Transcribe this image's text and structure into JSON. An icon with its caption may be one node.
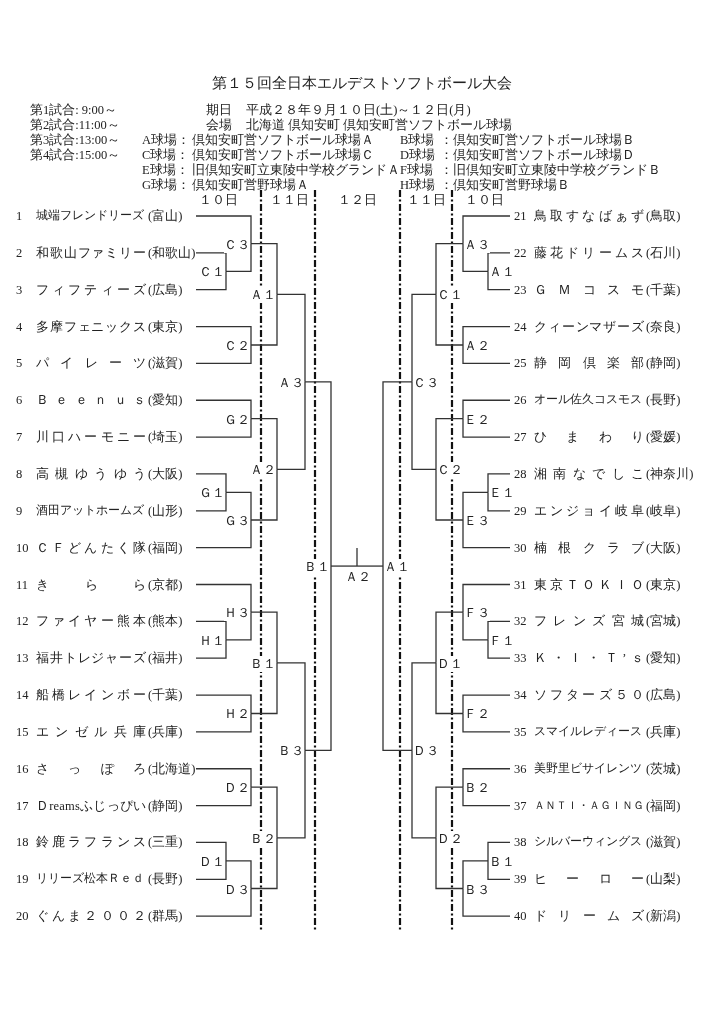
{
  "diagram": {
    "title": "第１５回全日本エルデストソフトボール大会",
    "nodes": [
      {
        "text": [
          "1",
          "城端フレンドリーズ",
          "(富山)"
        ]
      },
      {
        "text": [
          "2",
          "和歌山ファミリー",
          "(和歌山)"
        ]
      },
      {
        "text": [
          "3",
          "フィフティーズ",
          "(広島)"
        ]
      },
      {
        "text": [
          "4",
          "多摩フェニックス",
          "(東京)"
        ]
      },
      {
        "text": [
          "5",
          "パイレーツ",
          "(滋賀)"
        ]
      },
      {
        "text": [
          "6",
          "Ｂｅｅｎｕｓ",
          "(愛知)"
        ]
      },
      {
        "text": [
          "7",
          "川口ハーモニー",
          "(埼玉)"
        ]
      },
      {
        "text": [
          "8",
          "高槻ゆうゆう",
          "(大阪)"
        ]
      },
      {
        "text": [
          "9",
          "酒田アットホームズ",
          "(山形)"
        ]
      },
      {
        "text": [
          "10",
          "ＣＦどんたく隊",
          "(福岡)"
        ]
      },
      {
        "text": [
          "11",
          "きらら",
          "(京都)"
        ]
      },
      {
        "text": [
          "12",
          "ファイヤー熊本",
          "(熊本)"
        ]
      },
      {
        "text": [
          "13",
          "福井トレジャーズ",
          "(福井)"
        ]
      },
      {
        "text": [
          "14",
          "船橋レインボー",
          "(千葉)"
        ]
      },
      {
        "text": [
          "15",
          "エンゼル兵庫",
          "(兵庫)"
        ]
      },
      {
        "text": [
          "16",
          "さっぽろ",
          "(北海道)"
        ]
      },
      {
        "text": [
          "17",
          "Ｄreamsふじっぴい",
          "(静岡)"
        ]
      },
      {
        "text": [
          "18",
          "鈴鹿ラフランス",
          "(三重)"
        ]
      },
      {
        "text": [
          "19",
          "リリーズ松本Ｒｅｄ",
          "(長野)"
        ]
      },
      {
        "text": [
          "20",
          "ぐんま２００２",
          "(群馬)"
        ]
      },
      {
        "text": [
          "21",
          "鳥取すなばぁず",
          "(鳥取)"
        ]
      },
      {
        "text": [
          "22",
          "藤花ドリームス",
          "(石川)"
        ]
      },
      {
        "text": [
          "23",
          "ＧＭコスモ",
          "(千葉)"
        ]
      },
      {
        "text": [
          "24",
          "クィーンマザーズ",
          "(奈良)"
        ]
      },
      {
        "text": [
          "25",
          "静岡倶楽部",
          "(静岡)"
        ]
      },
      {
        "text": [
          "26",
          "オール佐久コスモス",
          "(長野)"
        ]
      },
      {
        "text": [
          "27",
          "ひまわり",
          "(愛媛)"
        ]
      },
      {
        "text": [
          "28",
          "湘南なでしこ",
          "(神奈川)"
        ]
      },
      {
        "text": [
          "29",
          "エンジョイ岐阜",
          "(岐阜)"
        ]
      },
      {
        "text": [
          "30",
          "楠根クラブ",
          "(大阪)"
        ]
      },
      {
        "text": [
          "31",
          "東京ＴＯＫＩＯ",
          "(東京)"
        ]
      },
      {
        "text": [
          "32",
          "フレンズ宮城",
          "(宮城)"
        ]
      },
      {
        "text": [
          "33",
          "Ｋ・Ｉ・Ｔ’ｓ",
          "(愛知)"
        ]
      },
      {
        "text": [
          "34",
          "ソフターズ５０",
          "(広島)"
        ]
      },
      {
        "text": [
          "35",
          "スマイルレディース",
          "(兵庫)"
        ]
      },
      {
        "text": [
          "36",
          "美野里ビサイレンツ",
          "(茨城)"
        ]
      },
      {
        "text": [
          "37",
          "ＡＮＴＩ・ＡＧＩＮＧ",
          "(福岡)"
        ]
      },
      {
        "text": [
          "38",
          "シルバーウィングス",
          "(滋賀)"
        ]
      },
      {
        "text": [
          "39",
          "ヒーロー",
          "(山梨)"
        ]
      },
      {
        "text": [
          "40",
          "ドリームズ",
          "(新潟)"
        ]
      },
      {
        "text": [
          "Ｃ３"
        ]
      },
      {
        "text": [
          "Ｃ１"
        ]
      },
      {
        "text": [
          "Ａ１"
        ]
      },
      {
        "text": [
          "Ｃ２"
        ]
      },
      {
        "text": [
          "Ａ３"
        ]
      },
      {
        "text": [
          "Ｇ２"
        ]
      },
      {
        "text": [
          "Ａ２"
        ]
      },
      {
        "text": [
          "Ｇ１"
        ]
      },
      {
        "text": [
          "Ｇ３"
        ]
      },
      {
        "text": [
          "Ｂ１"
        ]
      },
      {
        "text": [
          "Ｈ３"
        ]
      },
      {
        "text": [
          "Ｈ１"
        ]
      },
      {
        "text": [
          "Ｂ１"
        ]
      },
      {
        "text": [
          "Ｈ２"
        ]
      },
      {
        "text": [
          "Ｂ３"
        ]
      },
      {
        "text": [
          "Ｄ２"
        ]
      },
      {
        "text": [
          "Ｂ２"
        ]
      },
      {
        "text": [
          "Ｄ１"
        ]
      },
      {
        "text": [
          "Ｄ３"
        ]
      },
      {
        "text": [
          "Ａ２"
        ]
      },
      {
        "text": [
          "Ａ３"
        ]
      },
      {
        "text": [
          "Ａ１"
        ]
      },
      {
        "text": [
          "Ｃ１"
        ]
      },
      {
        "text": [
          "Ａ２"
        ]
      },
      {
        "text": [
          "Ｃ３"
        ]
      },
      {
        "text": [
          "Ｅ２"
        ]
      },
      {
        "text": [
          "Ｃ２"
        ]
      },
      {
        "text": [
          "Ｅ１"
        ]
      },
      {
        "text": [
          "Ｅ３"
        ]
      },
      {
        "text": [
          "Ａ１"
        ]
      },
      {
        "text": [
          "Ｆ３"
        ]
      },
      {
        "text": [
          "Ｆ１"
        ]
      },
      {
        "text": [
          "Ｄ１"
        ]
      },
      {
        "text": [
          "Ｆ２"
        ]
      },
      {
        "text": [
          "Ｄ３"
        ]
      },
      {
        "text": [
          "Ｂ２"
        ]
      },
      {
        "text": [
          "Ｄ２"
        ]
      },
      {
        "text": [
          "Ｂ１"
        ]
      },
      {
        "text": [
          "Ｂ３"
        ]
      }
    ],
    "edges": [
      {
        "from": 0,
        "to": 40,
        "arrow": "none"
      },
      {
        "from": 41,
        "to": 40,
        "arrow": "none"
      },
      {
        "from": 1,
        "to": 41,
        "arrow": "none"
      },
      {
        "from": 2,
        "to": 41,
        "arrow": "none"
      },
      {
        "from": 40,
        "to": 42,
        "arrow": "none"
      },
      {
        "from": 43,
        "to": 42,
        "arrow": "none"
      },
      {
        "from": 3,
        "to": 43,
        "arrow": "none"
      },
      {
        "from": 4,
        "to": 43,
        "arrow": "none"
      },
      {
        "from": 42,
        "to": 44,
        "arrow": "none"
      },
      {
        "from": 46,
        "to": 44,
        "arrow": "none"
      },
      {
        "from": 5,
        "to": 45,
        "arrow": "none"
      },
      {
        "from": 6,
        "to": 45,
        "arrow": "none"
      },
      {
        "from": 45,
        "to": 46,
        "arrow": "none"
      },
      {
        "from": 48,
        "to": 46,
        "arrow": "none"
      },
      {
        "from": 7,
        "to": 47,
        "arrow": "none"
      },
      {
        "from": 8,
        "to": 47,
        "arrow": "none"
      },
      {
        "from": 47,
        "to": 48,
        "arrow": "none"
      },
      {
        "from": 9,
        "to": 48,
        "arrow": "none"
      },
      {
        "from": 44,
        "to": 49,
        "arrow": "none"
      },
      {
        "from": 54,
        "to": 49,
        "arrow": "none"
      },
      {
        "from": 10,
        "to": 50,
        "arrow": "none"
      },
      {
        "from": 51,
        "to": 50,
        "arrow": "none"
      },
      {
        "from": 11,
        "to": 51,
        "arrow": "none"
      },
      {
        "from": 12,
        "to": 51,
        "arrow": "none"
      },
      {
        "from": 50,
        "to": 52,
        "arrow": "none"
      },
      {
        "from": 53,
        "to": 52,
        "arrow": "none"
      },
      {
        "from": 13,
        "to": 53,
        "arrow": "none"
      },
      {
        "from": 14,
        "to": 53,
        "arrow": "none"
      },
      {
        "from": 52,
        "to": 54,
        "arrow": "none"
      },
      {
        "from": 56,
        "to": 54,
        "arrow": "none"
      },
      {
        "from": 15,
        "to": 55,
        "arrow": "none"
      },
      {
        "from": 16,
        "to": 55,
        "arrow": "none"
      },
      {
        "from": 55,
        "to": 56,
        "arrow": "none"
      },
      {
        "from": 58,
        "to": 56,
        "arrow": "none"
      },
      {
        "from": 17,
        "to": 57,
        "arrow": "none"
      },
      {
        "from": 18,
        "to": 57,
        "arrow": "none"
      },
      {
        "from": 57,
        "to": 58,
        "arrow": "none"
      },
      {
        "from": 19,
        "to": 58,
        "arrow": "none"
      },
      {
        "from": 49,
        "to": 59,
        "arrow": "none"
      },
      {
        "from": 69,
        "to": 59,
        "arrow": "none"
      },
      {
        "from": 59,
        "to": null,
        "arrow": "none"
      },
      {
        "from": 20,
        "to": 60,
        "arrow": "none"
      },
      {
        "from": 61,
        "to": 60,
        "arrow": "none"
      },
      {
        "from": 21,
        "to": 61,
        "arrow": "none"
      },
      {
        "from": 22,
        "to": 61,
        "arrow": "none"
      },
      {
        "from": 60,
        "to": 62,
        "arrow": "none"
      },
      {
        "from": 63,
        "to": 62,
        "arrow": "none"
      },
      {
        "from": 23,
        "to": 63,
        "arrow": "none"
      },
      {
        "from": 24,
        "to": 63,
        "arrow": "none"
      },
      {
        "from": 62,
        "to": 64,
        "arrow": "none"
      },
      {
        "from": 66,
        "to": 64,
        "arrow": "none"
      },
      {
        "from": 25,
        "to": 65,
        "arrow": "none"
      },
      {
        "from": 26,
        "to": 65,
        "arrow": "none"
      },
      {
        "from": 65,
        "to": 66,
        "arrow": "none"
      },
      {
        "from": 68,
        "to": 66,
        "arrow": "none"
      },
      {
        "from": 27,
        "to": 67,
        "arrow": "none"
      },
      {
        "from": 28,
        "to": 67,
        "arrow": "none"
      },
      {
        "from": 67,
        "to": 68,
        "arrow": "none"
      },
      {
        "from": 29,
        "to": 68,
        "arrow": "none"
      },
      {
        "from": 64,
        "to": 69,
        "arrow": "none"
      },
      {
        "from": 74,
        "to": 69,
        "arrow": "none"
      },
      {
        "from": 30,
        "to": 70,
        "arrow": "none"
      },
      {
        "from": 71,
        "to": 70,
        "arrow": "none"
      },
      {
        "from": 31,
        "to": 71,
        "arrow": "none"
      },
      {
        "from": 32,
        "to": 71,
        "arrow": "none"
      },
      {
        "from": 70,
        "to": 72,
        "arrow": "none"
      },
      {
        "from": 73,
        "to": 72,
        "arrow": "none"
      },
      {
        "from": 33,
        "to": 73,
        "arrow": "none"
      },
      {
        "from": 34,
        "to": 73,
        "arrow": "none"
      },
      {
        "from": 72,
        "to": 74,
        "arrow": "none"
      },
      {
        "from": 76,
        "to": 74,
        "arrow": "none"
      },
      {
        "from": 35,
        "to": 75,
        "arrow": "none"
      },
      {
        "from": 36,
        "to": 75,
        "arrow": "none"
      },
      {
        "from": 75,
        "to": 76,
        "arrow": "none"
      },
      {
        "from": 78,
        "to": 76,
        "arrow": "none"
      },
      {
        "from": 37,
        "to": 77,
        "arrow": "none"
      },
      {
        "from": 38,
        "to": 77,
        "arrow": "none"
      },
      {
        "from": 77,
        "to": 78,
        "arrow": "none"
      },
      {
        "from": 39,
        "to": 78,
        "arrow": "none"
      }
    ],
    "labels": [
      "第1試合: 9:00～",
      "期日",
      "平成２８年９月１０日(土)～１２日(月)",
      "第2試合:11:00～",
      "会場",
      "北海道 倶知安町 倶知安町営ソフトボール球場",
      "第3試合:13:00～",
      "A球場：",
      "倶知安町営ソフトボール球場Ａ",
      "B球場",
      "：倶知安町営ソフトボール球場Ｂ",
      "第4試合:15:00～",
      "C球場：",
      "倶知安町営ソフトボール球場Ｃ",
      "D球場",
      "：倶知安町営ソフトボール球場Ｄ",
      "E球場：",
      "旧倶知安町立東陵中学校グランドＡ",
      "F球場",
      "：旧倶知安町立東陵中学校グランドＢ",
      "G球場：",
      "倶知安町営野球場Ａ",
      "H球場",
      "：倶知安町営野球場Ｂ",
      "１０日",
      "１１日",
      "１２日",
      "１１日",
      "１０日"
    ]
  }
}
